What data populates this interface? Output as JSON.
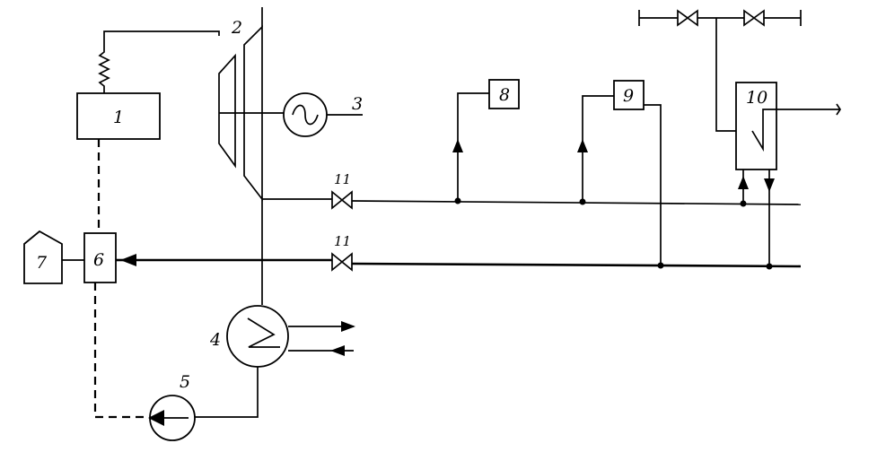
{
  "labels": {
    "boiler": "1",
    "turbine": "2",
    "generator": "3",
    "condenser": "4",
    "feed_pump": "5",
    "deaerator": "6",
    "makeup_tank": "7",
    "consumer_8": "8",
    "consumer_9": "9",
    "heater_10": "10",
    "valve_upper": "11",
    "valve_lower": "11"
  }
}
